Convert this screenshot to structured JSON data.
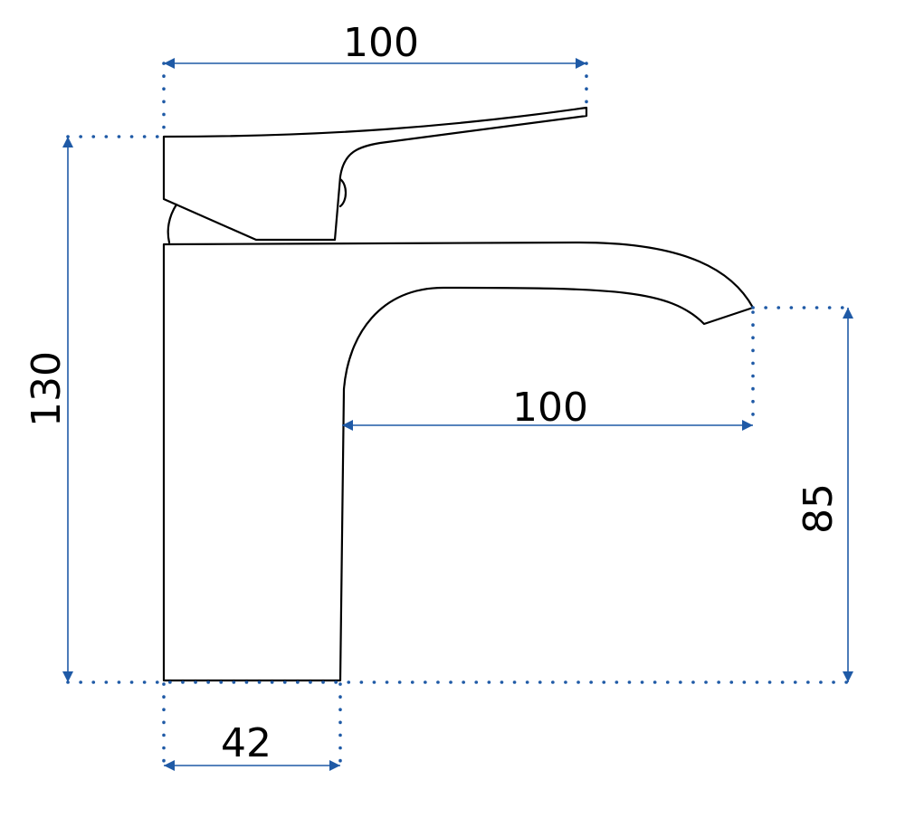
{
  "colors": {
    "outline": "#000000",
    "dimension": "#1f5aa6",
    "background": "#ffffff"
  },
  "dimensions": {
    "handle_reach": "100",
    "total_height": "130",
    "spout_reach": "100",
    "spout_height": "85",
    "base_width": "42"
  }
}
